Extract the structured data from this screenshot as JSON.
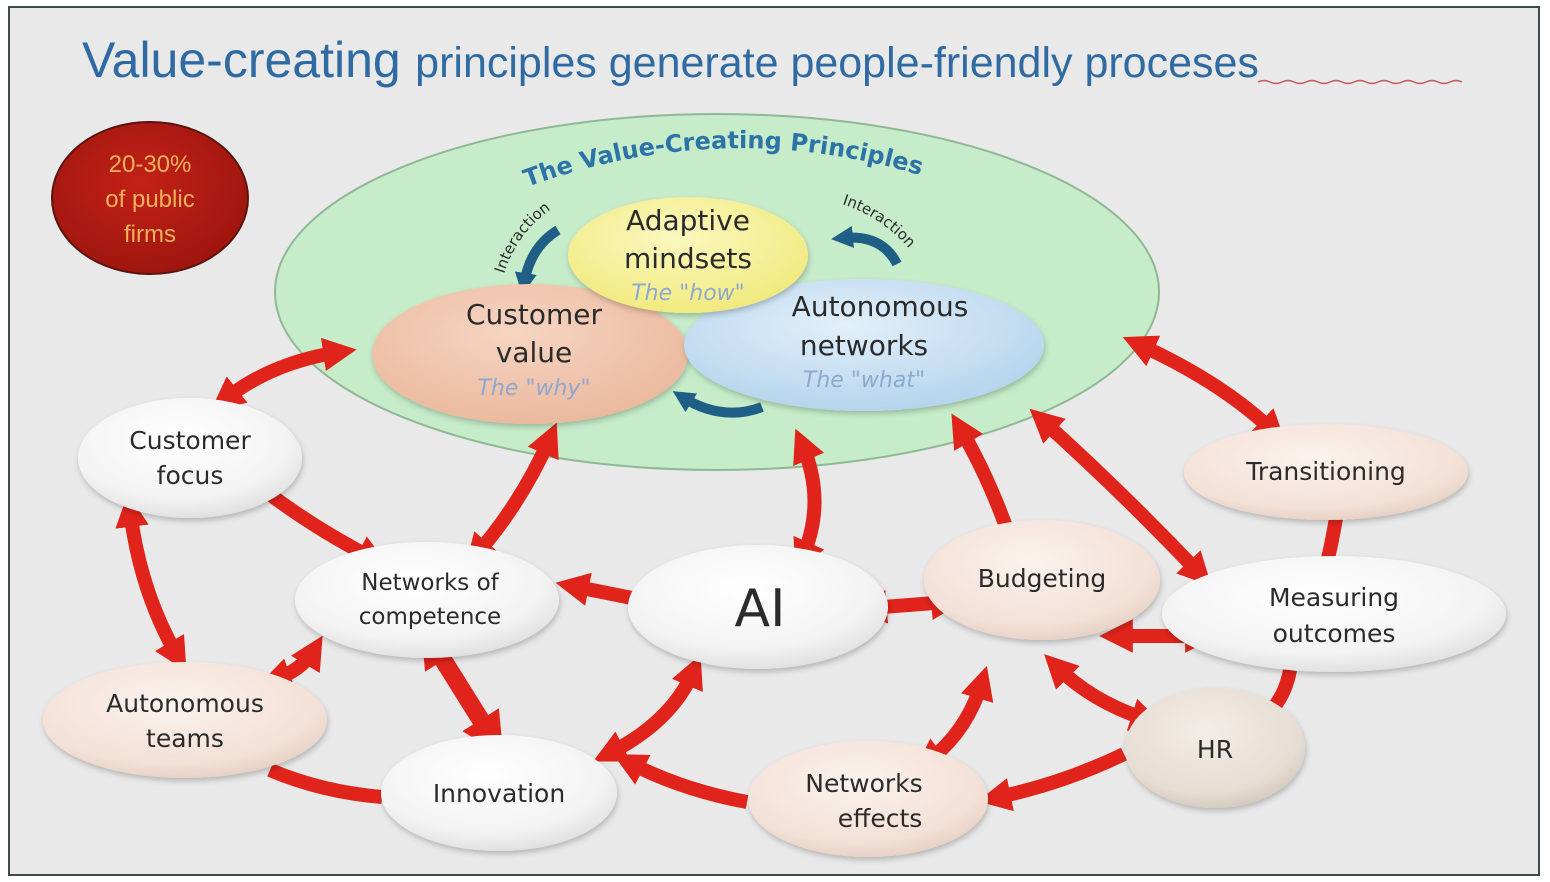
{
  "title": {
    "part1": "Value-creating",
    "part2": "principles generate people-friendly proceses"
  },
  "badge": {
    "lines": [
      "20-30%",
      "of public",
      "firms"
    ],
    "fill": "#b01b12",
    "text_color": "#f3b15a"
  },
  "principles": {
    "heading": "The Value-Creating Principles",
    "interaction_left": "Interaction",
    "interaction_right": "Interaction",
    "adaptive": {
      "lines": [
        "Adaptive",
        "mindsets"
      ],
      "sub": "The \"how\""
    },
    "customer_value": {
      "lines": [
        "Customer",
        "value"
      ],
      "sub": "The \"why\""
    },
    "autonomous_networks": {
      "lines": [
        "Autonomous",
        "networks"
      ],
      "sub": "The \"what\""
    }
  },
  "processes": {
    "customer_focus": [
      "Customer",
      "focus"
    ],
    "networks_of_competence": [
      "Networks of",
      "competence"
    ],
    "ai": [
      "AI"
    ],
    "budgeting": [
      "Budgeting"
    ],
    "transitioning": [
      "Transitioning"
    ],
    "measuring_outcomes": [
      "Measuring",
      "outcomes"
    ],
    "autonomous_teams": [
      "Autonomous",
      "teams"
    ],
    "innovation": [
      "Innovation"
    ],
    "networks_effects": [
      "Networks",
      "effects"
    ],
    "hr": [
      "HR"
    ]
  },
  "colors": {
    "title": "#2f6aa3",
    "principles_fill": "#c6ecc9",
    "arrow": "#e0241b",
    "interaction_arrow": "#1f5f86",
    "adaptive_fill": "#f6f29a",
    "customer_value_fill": "#f2c6ad",
    "autonomous_networks_fill": "#c3ddf1"
  }
}
